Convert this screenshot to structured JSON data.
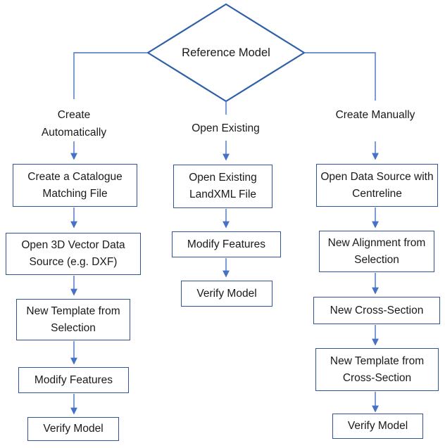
{
  "diagram_title": "Reference Model workflow flowchart",
  "colors": {
    "diamond_border": "#2e5fa8",
    "box_border": "#2f5597",
    "connector": "#4472c4",
    "text": "#1a1a1a",
    "background": "#ffffff"
  },
  "decision": {
    "label": "Reference Model"
  },
  "branches": [
    {
      "label": "Create Automatically"
    },
    {
      "label": "Open Existing"
    },
    {
      "label": "Create Manually"
    }
  ],
  "columns": [
    {
      "name": "create-automatically",
      "boxes": [
        {
          "label": "Create a Catalogue Matching File"
        },
        {
          "label": "Open 3D Vector Data Source (e.g. DXF)"
        },
        {
          "label": "New Template from Selection"
        },
        {
          "label": "Modify Features"
        },
        {
          "label": "Verify Model"
        }
      ]
    },
    {
      "name": "open-existing",
      "boxes": [
        {
          "label": "Open Existing LandXML File"
        },
        {
          "label": "Modify Features"
        },
        {
          "label": "Verify Model"
        }
      ]
    },
    {
      "name": "create-manually",
      "boxes": [
        {
          "label": "Open Data Source with Centreline"
        },
        {
          "label": "New Alignment from Selection"
        },
        {
          "label": "New Cross-Section"
        },
        {
          "label": "New Template from Cross-Section"
        },
        {
          "label": "Verify Model"
        }
      ]
    }
  ]
}
